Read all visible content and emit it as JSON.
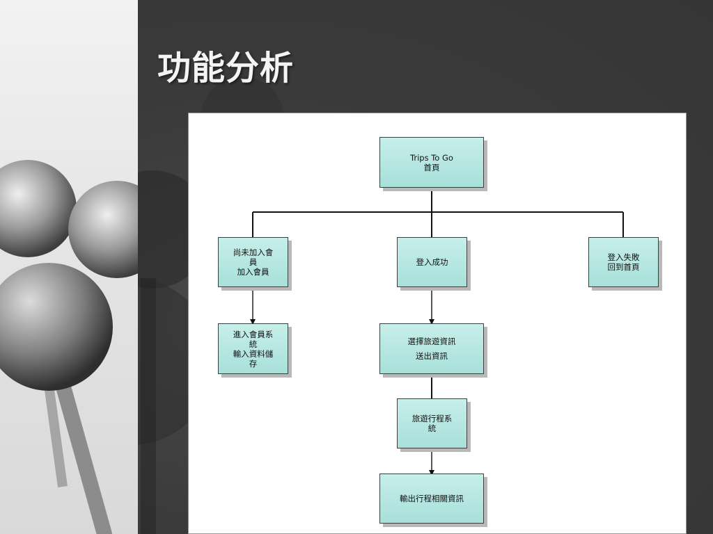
{
  "slide": {
    "title": "功能分析"
  },
  "diagram": {
    "nodes": {
      "home": {
        "lines": [
          "Trips To Go",
          "首頁"
        ]
      },
      "not_member": {
        "lines": [
          "尚未加入會",
          "員",
          "加入會員"
        ]
      },
      "login_success": {
        "lines": [
          "登入成功"
        ]
      },
      "login_fail": {
        "lines": [
          "登入失敗",
          "回到首頁"
        ]
      },
      "member_system": {
        "lines": [
          "進入會員系",
          "統",
          "輸入資料儲",
          "存"
        ]
      },
      "choose_travel_info": {
        "lines": [
          "選擇旅遊資訊",
          "送出資訊"
        ]
      },
      "itinerary_system": {
        "lines": [
          "旅遊行程系",
          "統"
        ]
      },
      "output_itinerary": {
        "lines": [
          "輸出行程相關資訊"
        ]
      }
    }
  },
  "colors": {
    "node_fill": "#b6e6e1",
    "node_border": "#3d3d3d",
    "connector": "#111111",
    "panel_bg": "#ffffff",
    "slide_bg": "#3c3c3c",
    "title_text": "#f4f4f4"
  }
}
